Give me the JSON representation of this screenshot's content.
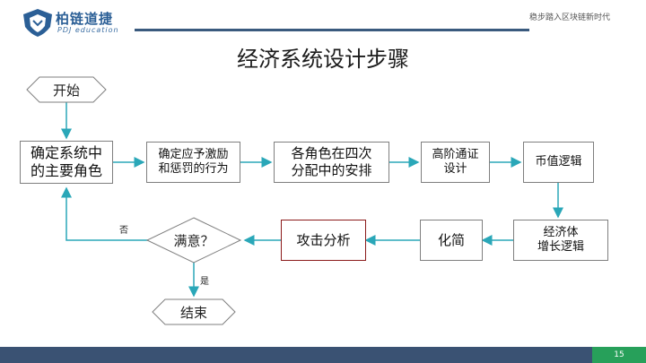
{
  "header": {
    "brand": "柏链道捷",
    "brand_sub": "PDJ education",
    "tagline": "稳步踏入区块链新时代"
  },
  "title": "经济系统设计步骤",
  "nodes": {
    "start": "开始",
    "step1": "确定系统中\n的主要角色",
    "step2": "确定应予激励\n和惩罚的行为",
    "step3": "各角色在四次\n分配中的安排",
    "step4": "高阶通证\n设计",
    "step5": "币值逻辑",
    "step6": "经济体\n增长逻辑",
    "step7": "化简",
    "step8": "攻击分析",
    "decision": "满意？",
    "end": "结束"
  },
  "edge_labels": {
    "no": "否",
    "yes": "是"
  },
  "footer": {
    "page": "15"
  },
  "colors": {
    "arrow": "#2aa7b8",
    "border": "#7f7f7f",
    "highlight_border": "#8b1a1a",
    "brand": "#2b5f96",
    "footer_bar": "#3a5273",
    "footer_page": "#27a05a"
  }
}
